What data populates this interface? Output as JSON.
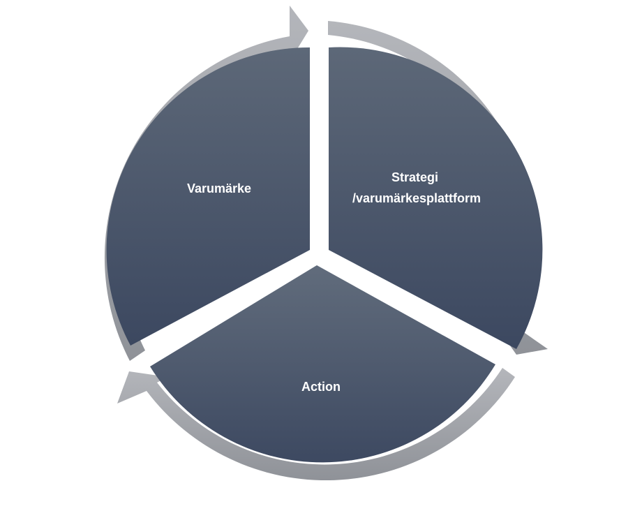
{
  "diagram": {
    "segments": [
      {
        "id": "varumarke",
        "label_lines": [
          "Varumärke"
        ]
      },
      {
        "id": "strategi",
        "label_lines": [
          "Strategi",
          "/varumärkesplattform"
        ]
      },
      {
        "id": "action",
        "label_lines": [
          "Action"
        ]
      }
    ],
    "colors": {
      "segment_top": "#5d6878",
      "segment_bottom": "#3c4860",
      "arrow_outer": "#b4b6bb",
      "arrow_inner": "#8f9298",
      "background": "#ffffff"
    }
  }
}
